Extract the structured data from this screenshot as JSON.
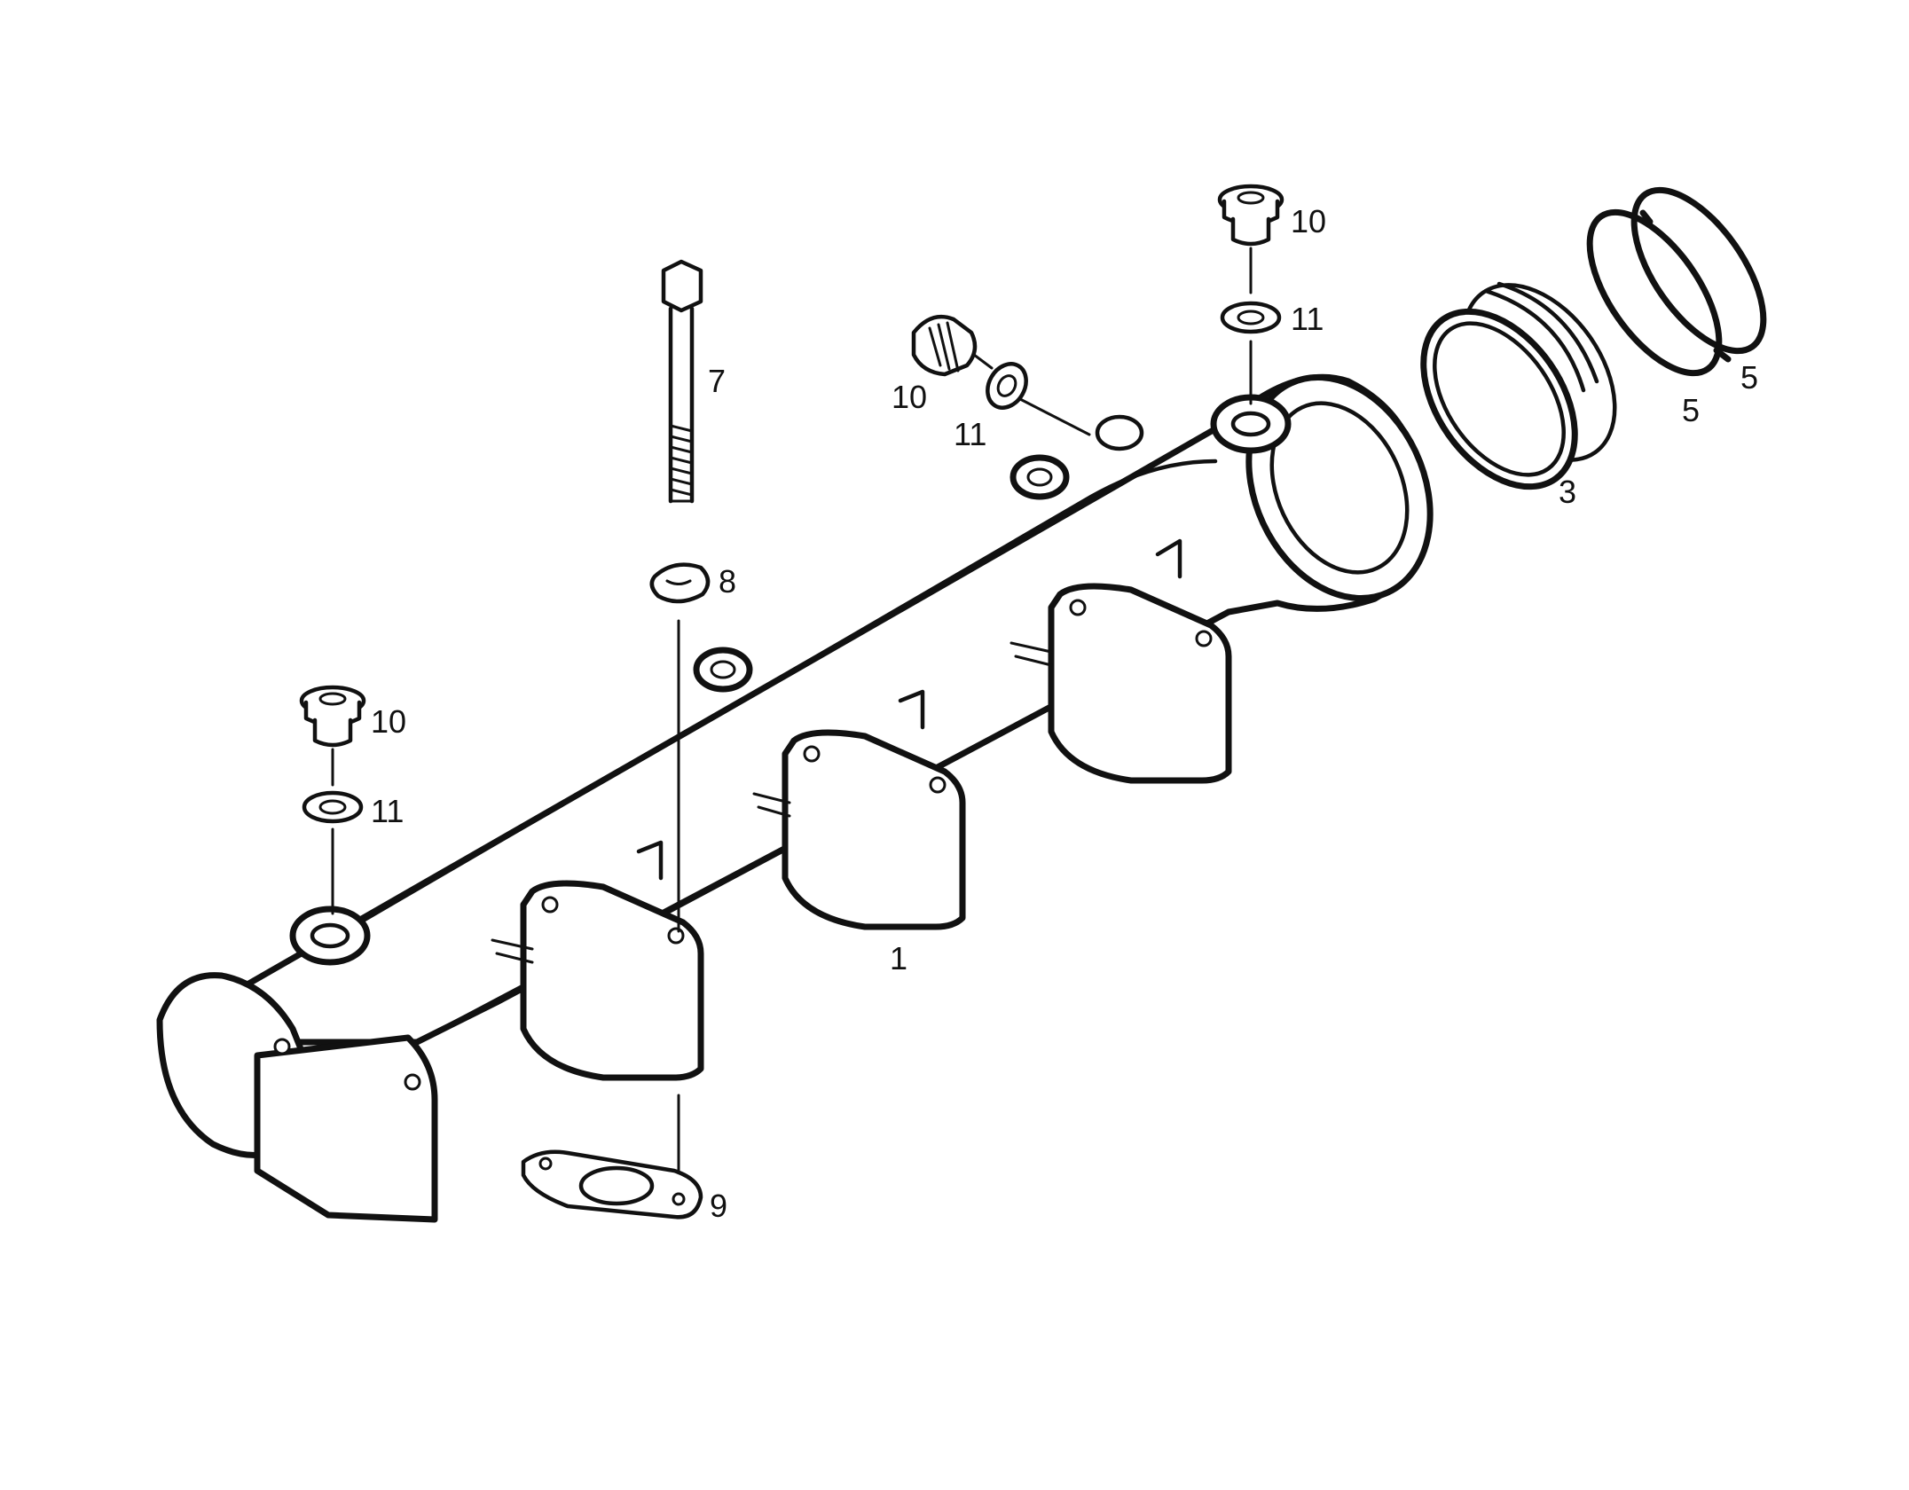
{
  "diagram": {
    "callouts": {
      "manifold": "1",
      "seal_sleeve": "3",
      "ring_inner": "5",
      "ring_outer": "5",
      "bolt": "7",
      "lock_washer": "8",
      "gasket": "9",
      "plug_top_right": "10",
      "plug_middle": "10",
      "plug_left": "10",
      "washer_top_right": "11",
      "washer_middle": "11",
      "washer_left": "11"
    },
    "colors": {
      "line": "#111111",
      "background": "#ffffff"
    }
  }
}
